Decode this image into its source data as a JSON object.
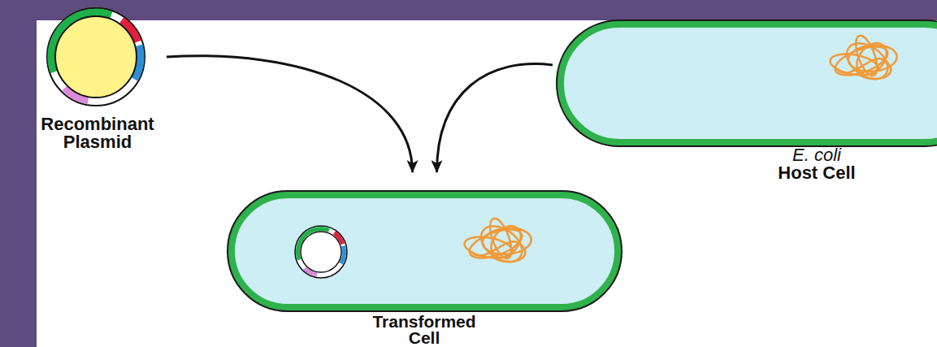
{
  "diagram": {
    "nodes": [
      {
        "text": [
          "Recombinant Plasmid"
        ]
      },
      {
        "text": [
          "E. coli",
          "Host Cell"
        ]
      },
      {
        "text": [
          "Transformed Cell"
        ]
      }
    ],
    "edges": [
      {
        "from": 0,
        "to": 2,
        "arrow": "to"
      },
      {
        "from": 1,
        "to": 2,
        "arrow": "to"
      }
    ]
  }
}
